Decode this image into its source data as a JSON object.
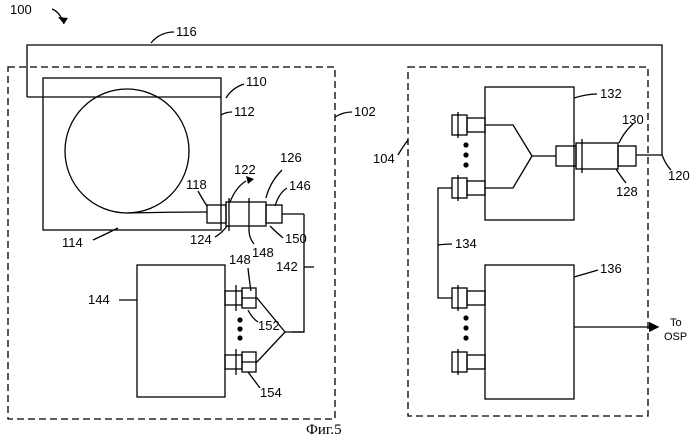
{
  "figure": {
    "caption": "Фиг.5",
    "labels": {
      "l100": "100",
      "l116": "116",
      "l110": "110",
      "l112": "112",
      "l102": "102",
      "l122": "122",
      "l126": "126",
      "l118": "118",
      "l146": "146",
      "l114": "114",
      "l124": "124",
      "l148a": "148",
      "l150": "150",
      "l142": "142",
      "l148b": "148",
      "l144": "144",
      "l152": "152",
      "l154": "154",
      "l104": "104",
      "l132": "132",
      "l130": "130",
      "l120": "120",
      "l128": "128",
      "l134": "134",
      "l136": "136",
      "to": "To",
      "osp": "OSP"
    }
  }
}
